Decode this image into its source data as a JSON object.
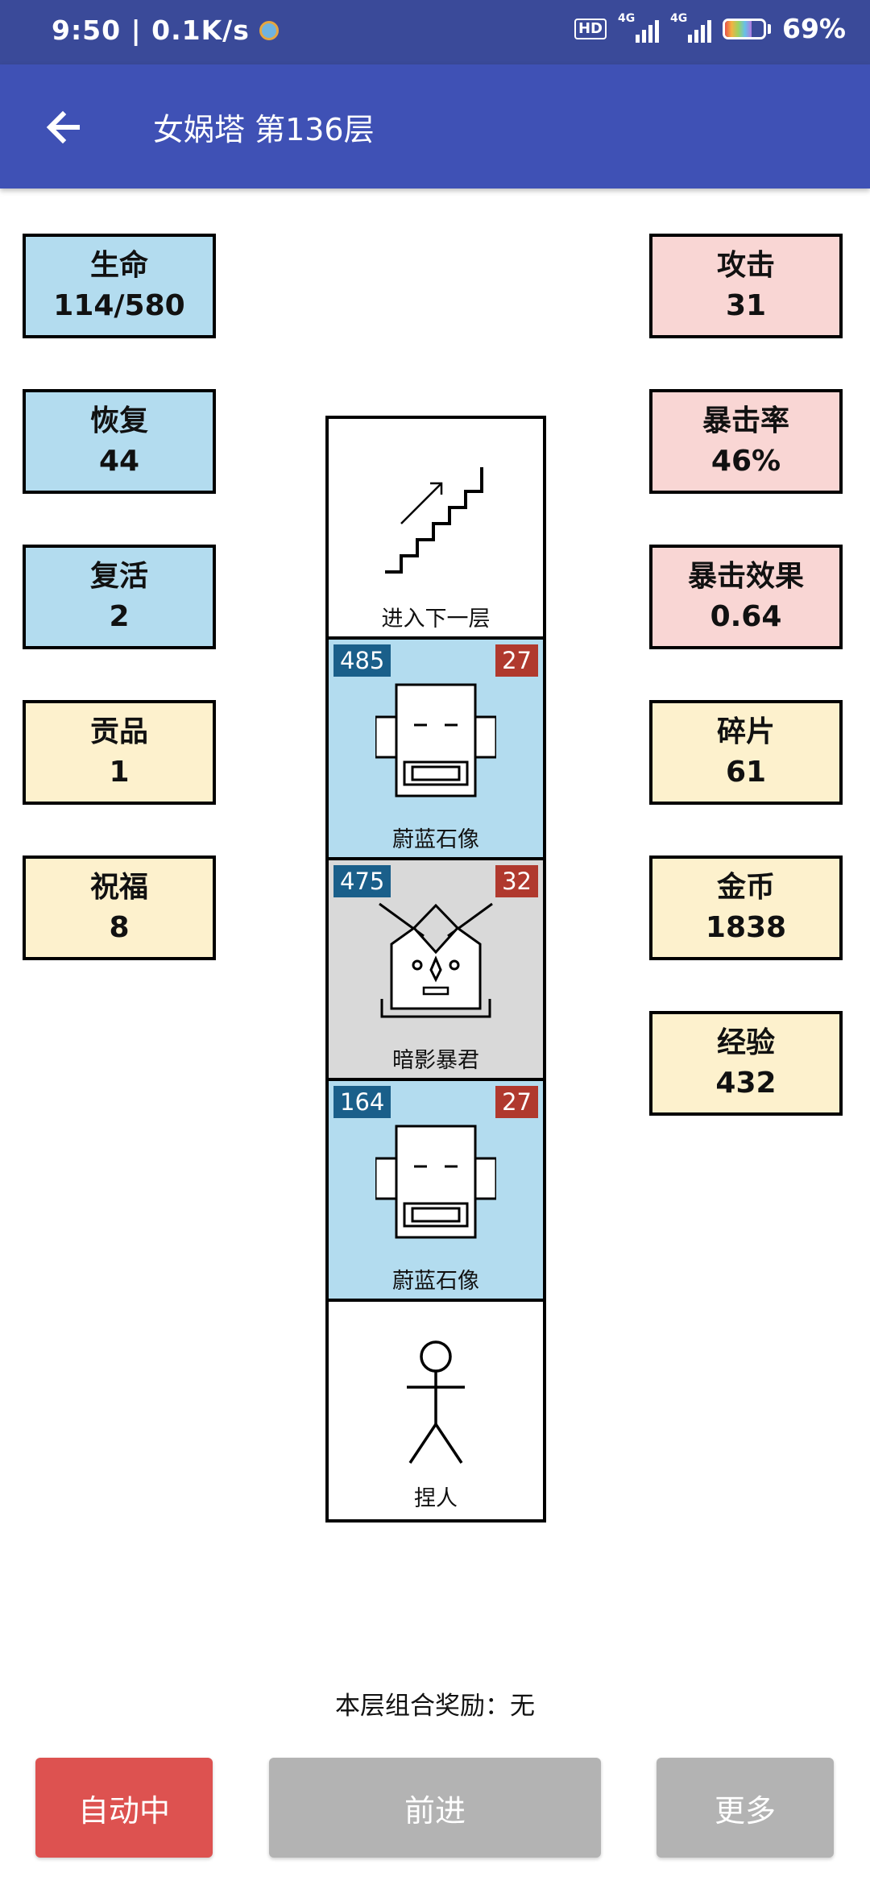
{
  "status_bar": {
    "time_speed": "9:50 | 0.1K/s",
    "hd": "HD",
    "net1": "4G",
    "net2": "4G",
    "battery": "69%",
    "battery_level": 0.69
  },
  "app_bar": {
    "title": "女娲塔 第136层"
  },
  "stats_left": [
    {
      "label": "生命",
      "value": "114/580",
      "color": "#b3dcef"
    },
    {
      "label": "恢复",
      "value": "44",
      "color": "#b3dcef"
    },
    {
      "label": "复活",
      "value": "2",
      "color": "#b3dcef"
    },
    {
      "label": "贡品",
      "value": "1",
      "color": "#fdf1cd"
    },
    {
      "label": "祝福",
      "value": "8",
      "color": "#fdf1cd"
    }
  ],
  "stats_right": [
    {
      "label": "攻击",
      "value": "31",
      "color": "#f9d6d4"
    },
    {
      "label": "暴击率",
      "value": "46%",
      "color": "#f9d6d4"
    },
    {
      "label": "暴击效果",
      "value": "0.64",
      "color": "#f9d6d4"
    },
    {
      "label": "碎片",
      "value": "61",
      "color": "#fdf1cd"
    },
    {
      "label": "金币",
      "value": "1838",
      "color": "#fdf1cd"
    },
    {
      "label": "经验",
      "value": "432",
      "color": "#fdf1cd"
    }
  ],
  "tower": {
    "stairs": {
      "label": "进入下一层",
      "icon": "stairs-icon"
    },
    "enemies": [
      {
        "name": "蔚蓝石像",
        "hp": "485",
        "atk": "27",
        "icon": "stone-statue-icon",
        "bg": "#b3dcef"
      },
      {
        "name": "暗影暴君",
        "hp": "475",
        "atk": "32",
        "icon": "shadow-tyrant-icon",
        "bg": "#d9d9d9"
      },
      {
        "name": "蔚蓝石像",
        "hp": "164",
        "atk": "27",
        "icon": "stone-statue-icon",
        "bg": "#b3dcef"
      }
    ],
    "player": {
      "name": "捏人",
      "icon": "stick-figure-icon"
    }
  },
  "combo_text": "本层组合奖励：无",
  "buttons": {
    "auto": "自动中",
    "forward": "前进",
    "more": "更多"
  }
}
